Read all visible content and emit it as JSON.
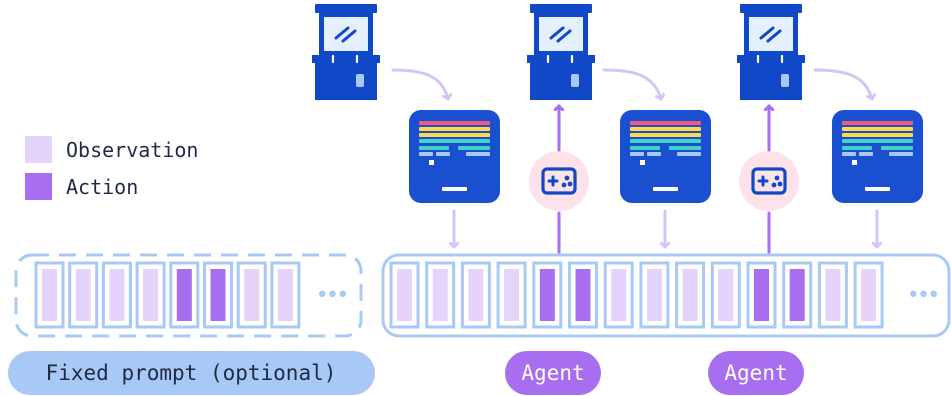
{
  "legend": {
    "observation_label": "Observation",
    "action_label": "Action"
  },
  "fixed_prompt": {
    "label": "Fixed prompt (optional)",
    "tokens": [
      "obs",
      "obs",
      "obs",
      "obs",
      "act",
      "act",
      "obs",
      "obs"
    ],
    "ellipsis": "•••"
  },
  "context": {
    "tokens": [
      "obs",
      "obs",
      "obs",
      "obs",
      "act",
      "act",
      "obs",
      "obs",
      "obs",
      "obs",
      "act",
      "act",
      "obs",
      "obs"
    ],
    "ellipsis": "•••"
  },
  "agents": [
    {
      "label": "Agent"
    },
    {
      "label": "Agent"
    }
  ],
  "steps": [
    {
      "kind": "observation"
    },
    {
      "kind": "action"
    },
    {
      "kind": "observation"
    },
    {
      "kind": "action"
    },
    {
      "kind": "observation"
    }
  ],
  "icons": [
    "arcade-machine-icon",
    "game-screen-icon",
    "gamepad-icon"
  ],
  "colors": {
    "observation": "#e4d4fb",
    "action": "#a86ef0",
    "token_border": "#a8c8f5",
    "frame_border": "#a8c8f5",
    "agent_bg": "#a86ef0",
    "prompt_bg": "#a8c8f5",
    "cabinet_blue": "#1048c8",
    "screen_blue": "#1a4fcf",
    "gamepad_bg": "#fde2ea"
  }
}
